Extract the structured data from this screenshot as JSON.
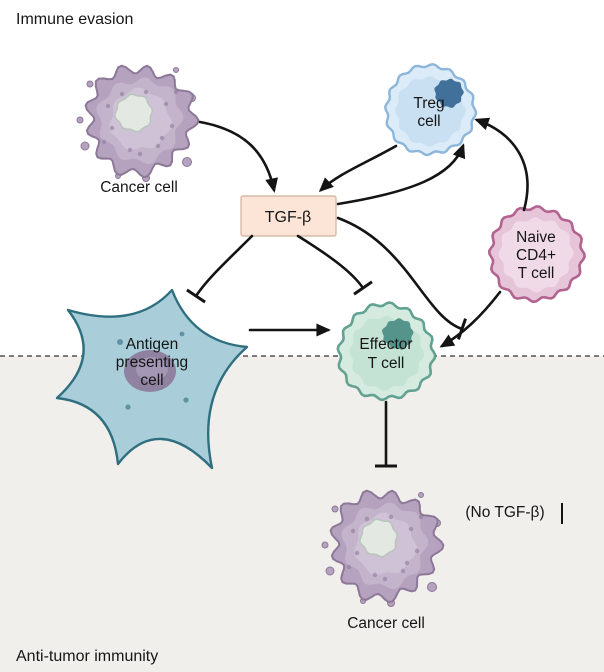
{
  "palette": {
    "ink": "#141414",
    "bg_top": "#ffffff",
    "bg_bottom": "#f0efec",
    "tgfb_fill": "#fce4d6",
    "tgfb_edge": "#d9b9a6",
    "cancer_body": "#b4a2bf",
    "cancer_mid": "#c3b3cb",
    "cancer_inner": "#cfc1d6",
    "cancer_edge": "#8d7898",
    "cancer_nucleus": "#e3e8e2",
    "cancer_nucleus_edge": "#b7c6ba",
    "cancer_speck": "#8f7a9b",
    "treg_outer": "#dcebf8",
    "treg_inner": "#c9dff2",
    "treg_edge": "#8cb6da",
    "treg_nucleus": "#41719b",
    "naive_outer": "#e6c5d9",
    "naive_inner": "#f0dae8",
    "naive_edge": "#b2638f",
    "effector_outer": "#d5ebdf",
    "effector_inner": "#c4e3d4",
    "effector_edge": "#63a292",
    "effector_nucleus": "#55948a",
    "apc_body": "#a9ced9",
    "apc_edge": "#2f6f80",
    "apc_nucleus": "#8f81a0",
    "apc_nucleus_inner": "#a89bba",
    "apc_speck": "#5f93a4"
  },
  "section_labels": {
    "top": "Immune evasion",
    "bottom": "Anti-tumor immunity"
  },
  "nodes": {
    "cancer_top": {
      "label": "Cancer cell"
    },
    "treg": {
      "lines": [
        "Treg",
        "cell"
      ]
    },
    "tgfb": {
      "label": "TGF-β"
    },
    "naive_cd4": {
      "lines": [
        "Naive",
        "CD4+",
        "T cell"
      ]
    },
    "apc": {
      "lines": [
        "Antigen",
        "presenting",
        "cell"
      ]
    },
    "effector": {
      "lines": [
        "Effector",
        "T cell"
      ]
    },
    "cancer_bottom": {
      "label": "Cancer cell",
      "note": "(No TGF-β)"
    }
  },
  "connections": [
    {
      "from": "Cancer cell",
      "to": "TGF-β",
      "type": "promotes"
    },
    {
      "from": "Treg cell",
      "to": "TGF-β",
      "type": "promotes"
    },
    {
      "from": "Naive CD4+ T cell",
      "to": "Treg cell",
      "type": "promotes"
    },
    {
      "from": "TGF-β",
      "to": "Treg cell",
      "type": "promotes"
    },
    {
      "from": "TGF-β",
      "to": "Antigen presenting cell",
      "type": "inhibits"
    },
    {
      "from": "TGF-β",
      "to": "Effector T cell",
      "type": "inhibits"
    },
    {
      "from": "TGF-β",
      "to": "Naive CD4+ differentiation into Effector T cell",
      "type": "inhibits"
    },
    {
      "from": "Naive CD4+ T cell",
      "to": "Effector T cell",
      "type": "promotes"
    },
    {
      "from": "Antigen presenting cell",
      "to": "Effector T cell",
      "type": "promotes"
    },
    {
      "from": "Effector T cell",
      "to": "Cancer cell",
      "type": "inhibits"
    }
  ]
}
